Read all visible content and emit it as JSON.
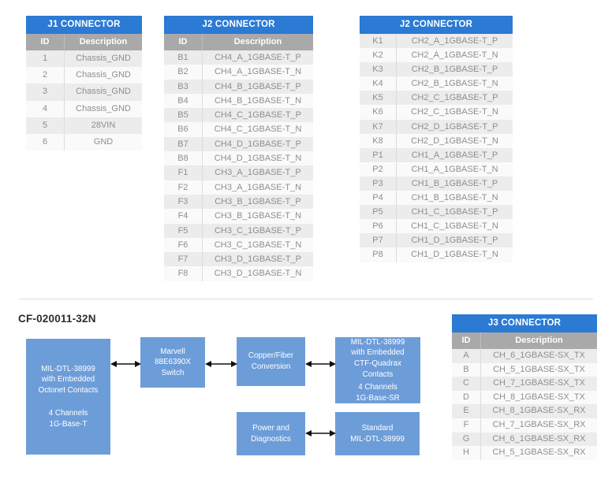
{
  "page_title": "CF-020011-32N",
  "colors": {
    "table_header_blue": "#2b7ad3",
    "column_header_gray": "#a9a9a9",
    "diagram_box_blue": "#6d9dd8",
    "row_alt_gray": "#ececec",
    "body_text_gray": "#8e8e8e"
  },
  "tables": {
    "j1": {
      "title": "J1 CONNECTOR",
      "columns": [
        "ID",
        "Description"
      ],
      "rows": [
        {
          "id": "1",
          "description": "Chassis_GND"
        },
        {
          "id": "2",
          "description": "Chassis_GND"
        },
        {
          "id": "3",
          "description": "Chassis_GND"
        },
        {
          "id": "4",
          "description": "Chassis_GND"
        },
        {
          "id": "5",
          "description": "28VIN"
        },
        {
          "id": "6",
          "description": "GND"
        }
      ]
    },
    "j2a": {
      "title": "J2 CONNECTOR",
      "columns": [
        "ID",
        "Description"
      ],
      "rows": [
        {
          "id": "B1",
          "description": "CH4_A_1GBASE-T_P"
        },
        {
          "id": "B2",
          "description": "CH4_A_1GBASE-T_N"
        },
        {
          "id": "B3",
          "description": "CH4_B_1GBASE-T_P"
        },
        {
          "id": "B4",
          "description": "CH4_B_1GBASE-T_N"
        },
        {
          "id": "B5",
          "description": "CH4_C_1GBASE-T_P"
        },
        {
          "id": "B6",
          "description": "CH4_C_1GBASE-T_N"
        },
        {
          "id": "B7",
          "description": "CH4_D_1GBASE-T_P"
        },
        {
          "id": "B8",
          "description": "CH4_D_1GBASE-T_N"
        },
        {
          "id": "F1",
          "description": "CH3_A_1GBASE-T_P"
        },
        {
          "id": "F2",
          "description": "CH3_A_1GBASE-T_N"
        },
        {
          "id": "F3",
          "description": "CH3_B_1GBASE-T_P"
        },
        {
          "id": "F4",
          "description": "CH3_B_1GBASE-T_N"
        },
        {
          "id": "F5",
          "description": "CH3_C_1GBASE-T_P"
        },
        {
          "id": "F6",
          "description": "CH3_C_1GBASE-T_N"
        },
        {
          "id": "F7",
          "description": "CH3_D_1GBASE-T_P"
        },
        {
          "id": "F8",
          "description": "CH3_D_1GBASE-T_N"
        }
      ]
    },
    "j2b": {
      "title": "J2 CONNECTOR",
      "rows": [
        {
          "id": "K1",
          "description": "CH2_A_1GBASE-T_P"
        },
        {
          "id": "K2",
          "description": "CH2_A_1GBASE-T_N"
        },
        {
          "id": "K3",
          "description": "CH2_B_1GBASE-T_P"
        },
        {
          "id": "K4",
          "description": "CH2_B_1GBASE-T_N"
        },
        {
          "id": "K5",
          "description": "CH2_C_1GBASE-T_P"
        },
        {
          "id": "K6",
          "description": "CH2_C_1GBASE-T_N"
        },
        {
          "id": "K7",
          "description": "CH2_D_1GBASE-T_P"
        },
        {
          "id": "K8",
          "description": "CH2_D_1GBASE-T_N"
        },
        {
          "id": "P1",
          "description": "CH1_A_1GBASE-T_P"
        },
        {
          "id": "P2",
          "description": "CH1_A_1GBASE-T_N"
        },
        {
          "id": "P3",
          "description": "CH1_B_1GBASE-T_P"
        },
        {
          "id": "P4",
          "description": "CH1_B_1GBASE-T_N"
        },
        {
          "id": "P5",
          "description": "CH1_C_1GBASE-T_P"
        },
        {
          "id": "P6",
          "description": "CH1_C_1GBASE-T_N"
        },
        {
          "id": "P7",
          "description": "CH1_D_1GBASE-T_P"
        },
        {
          "id": "P8",
          "description": "CH1_D_1GBASE-T_N"
        }
      ]
    },
    "j3": {
      "title": "J3 CONNECTOR",
      "columns": [
        "ID",
        "Description"
      ],
      "rows": [
        {
          "id": "A",
          "description": "CH_6_1GBASE-SX_TX"
        },
        {
          "id": "B",
          "description": "CH_5_1GBASE-SX_TX"
        },
        {
          "id": "C",
          "description": "CH_7_1GBASE-SX_TX"
        },
        {
          "id": "D",
          "description": "CH_8_1GBASE-SX_TX"
        },
        {
          "id": "E",
          "description": "CH_8_1GBASE-SX_RX"
        },
        {
          "id": "F",
          "description": "CH_7_1GBASE-SX_RX"
        },
        {
          "id": "G",
          "description": "CH_6_1GBASE-SX_RX"
        },
        {
          "id": "H",
          "description": "CH_5_1GBASE-SX_RX"
        }
      ]
    }
  },
  "diagram": {
    "title": "CF-020011-32N",
    "blocks": {
      "octonet": {
        "top": "MIL-DTL-38999\nwith Embedded\nOctonet Contacts",
        "bottom": "4 Channels\n1G-Base-T"
      },
      "switch": {
        "label": "Marvell\n88E6390X\nSwitch"
      },
      "conversion": {
        "label": "Copper/Fiber\nConversion"
      },
      "quadrax": {
        "top": "MIL-DTL-38999\nwith Embedded\nCTF-Quadrax\nContacts",
        "bottom": "4 Channels\n1G-Base-SR"
      },
      "power": {
        "label": "Power and\nDiagnostics"
      },
      "standard": {
        "label": "Standard\nMIL-DTL-38999"
      }
    }
  }
}
